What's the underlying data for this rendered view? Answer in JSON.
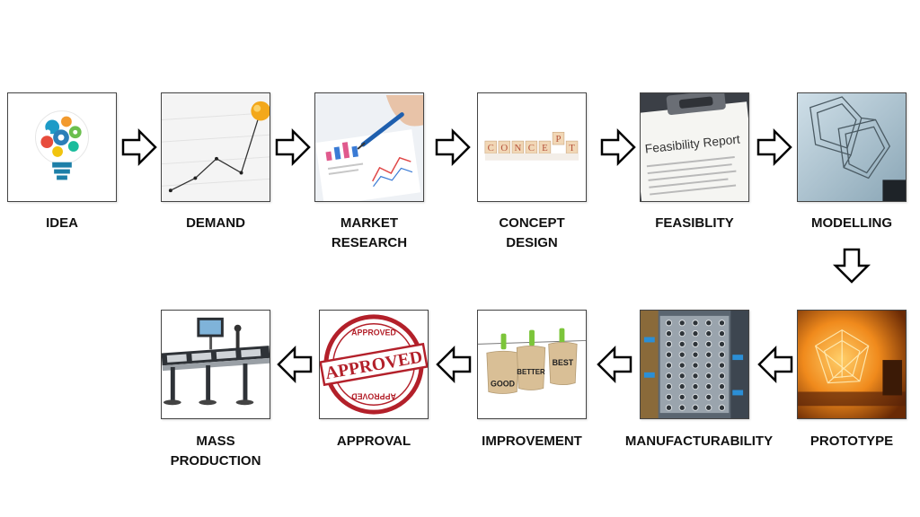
{
  "steps": [
    {
      "id": "idea",
      "lines": [
        "IDEA"
      ],
      "icon": "lightbulb-gears-icon"
    },
    {
      "id": "demand",
      "lines": [
        "DEMAND"
      ],
      "icon": "rising-line-graph-icon"
    },
    {
      "id": "market-research",
      "lines": [
        "MARKET",
        "RESEARCH"
      ],
      "icon": "bar-chart-pen-icon"
    },
    {
      "id": "concept-design",
      "lines": [
        "CONCEPT",
        "DESIGN"
      ],
      "icon": "concept-letter-blocks-icon",
      "blocks": [
        "C",
        "O",
        "N",
        "C",
        "E",
        "P",
        "T"
      ]
    },
    {
      "id": "feasibility",
      "lines": [
        "FEASIBLITY"
      ],
      "icon": "clipboard-report-icon",
      "report_title": "Feasibility Report"
    },
    {
      "id": "modelling",
      "lines": [
        "MODELLING"
      ],
      "icon": "wireframe-model-icon"
    },
    {
      "id": "prototype",
      "lines": [
        "PROTOTYPE"
      ],
      "icon": "3d-printing-icon"
    },
    {
      "id": "manufacturability",
      "lines": [
        "MANUFACTURABILITY"
      ],
      "icon": "injection-mold-icon"
    },
    {
      "id": "improvement",
      "lines": [
        "IMPROVEMENT"
      ],
      "icon": "hanging-tags-icon",
      "tags": [
        "GOOD",
        "BETTER",
        "BEST"
      ]
    },
    {
      "id": "approval",
      "lines": [
        "APPROVAL"
      ],
      "icon": "approved-stamp-icon",
      "stamp_text": "APPROVED",
      "stamp_small": "APPROVED"
    },
    {
      "id": "mass-production",
      "lines": [
        "MASS",
        "PRODUCTION"
      ],
      "icon": "assembly-line-icon"
    }
  ],
  "colors": {
    "arrow_stroke": "#000000",
    "arrow_fill": "#ffffff",
    "stamp_red": "#b3202a",
    "tag_paper": "#d9bf96",
    "clip_green": "#7cc53a"
  }
}
